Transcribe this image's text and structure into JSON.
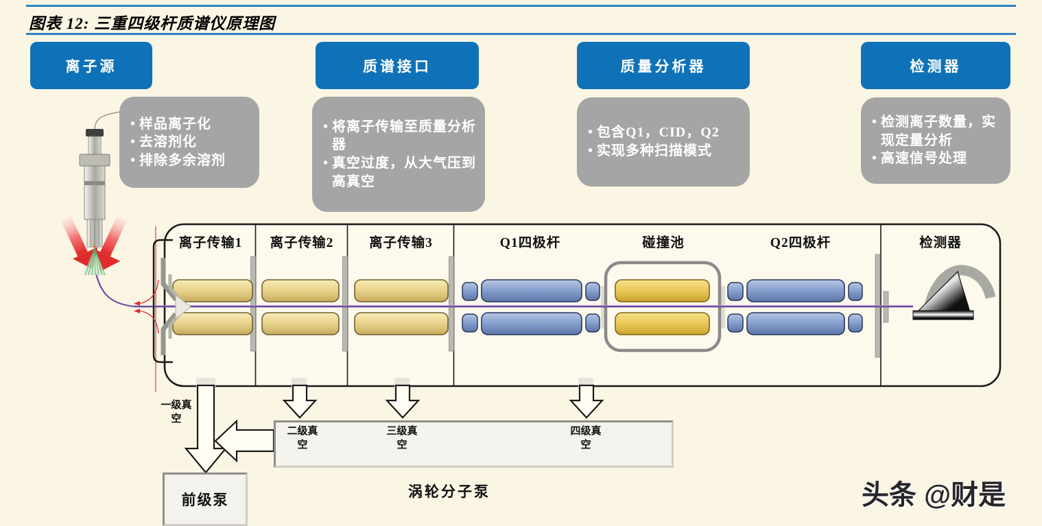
{
  "figure": {
    "title": "图表 12: 三重四级杆质谱仪原理图",
    "watermark": "头条 @财是"
  },
  "colors": {
    "background": "#fbf5e4",
    "accent_blue": "#0f72b8",
    "rule_blue": "#2d7fc1",
    "box_gray": "#a5a5a5",
    "rod_yellow": "#e9d58c",
    "rod_blue": "#8aa3cf",
    "rod_gold": "#ecca55",
    "beam_purple": "#6f4a9e",
    "spray_green": "#46a35c",
    "arrow_red": "#e02828"
  },
  "headers": [
    {
      "label": "离子源",
      "bullets": [
        "样品离子化",
        "去溶剂化",
        "排除多余溶剂"
      ]
    },
    {
      "label": "质谱接口",
      "bullets": [
        "将离子传输至质量分析器",
        "真空过度，从大气压到高真空"
      ]
    },
    {
      "label": "质量分析器",
      "bullets": [
        "包含Q1，CID，Q2",
        "实现多种扫描模式"
      ]
    },
    {
      "label": "检测器",
      "bullets": [
        "检测离子数量，实现定量分析",
        "高速信号处理"
      ]
    }
  ],
  "instrument": {
    "sections": [
      "离子传输1",
      "离子传输2",
      "离子传输3",
      "Q1四极杆",
      "碰撞池",
      "Q2四极杆",
      "检测器"
    ],
    "vacuum_stages": [
      "一级真\n空",
      "二级真\n空",
      "三级真\n空",
      "四级真\n空"
    ],
    "fore_pump_label": "前级泵",
    "turbo_pump_label": "涡轮分子泵"
  }
}
